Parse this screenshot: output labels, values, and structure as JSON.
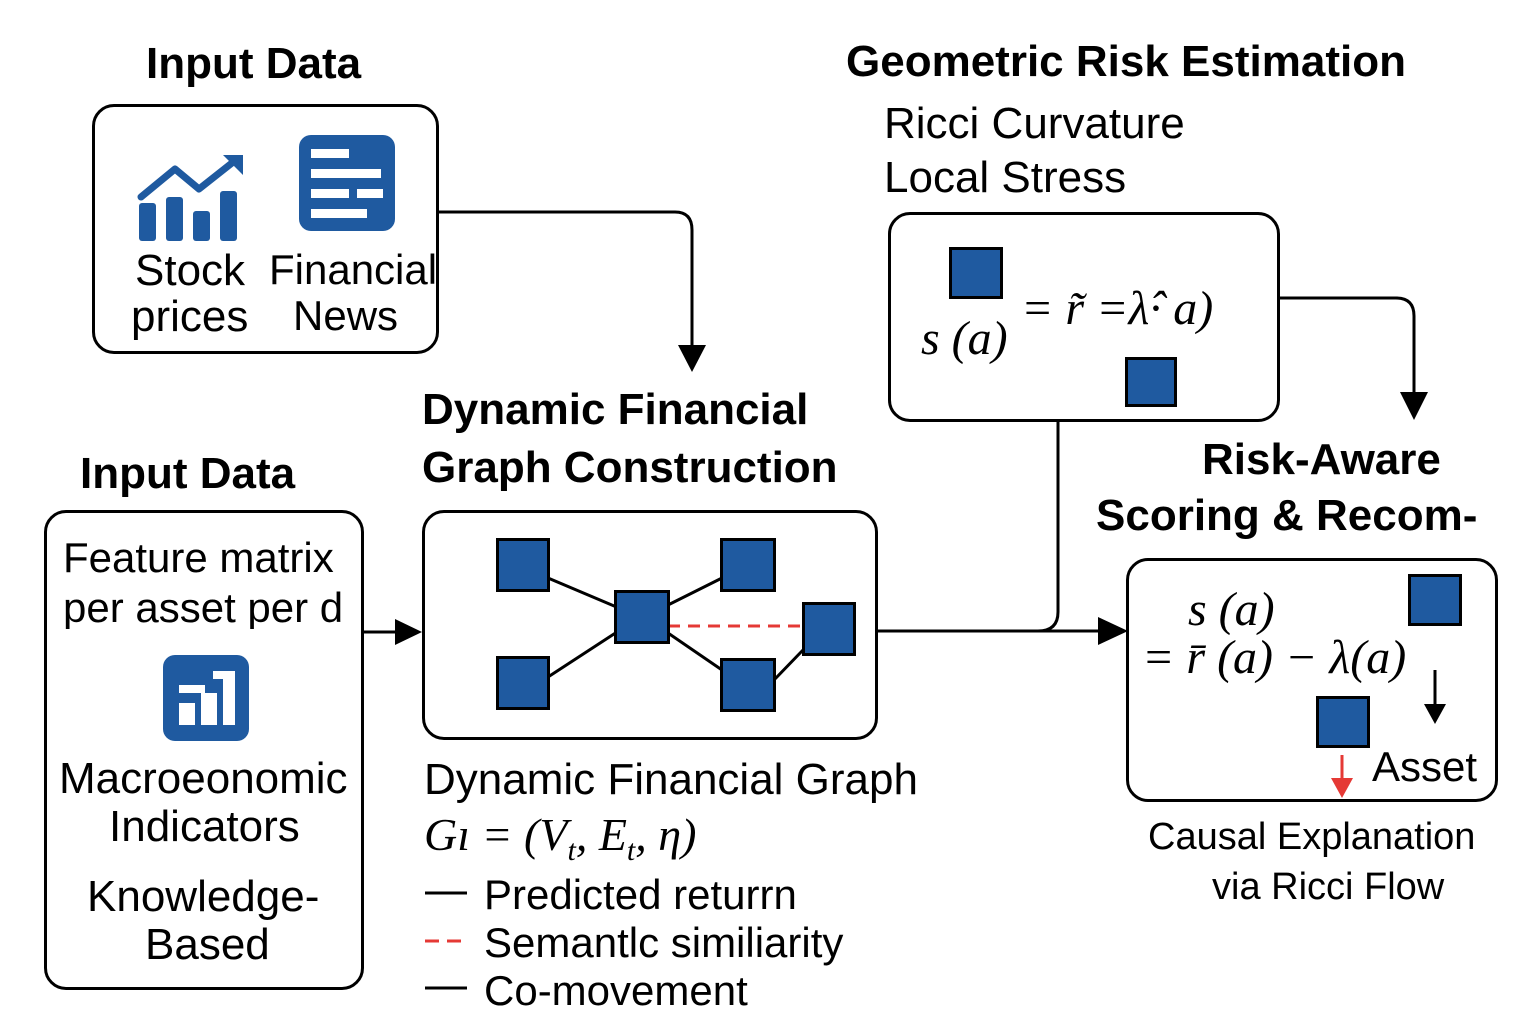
{
  "input_top": {
    "title": "Input Data",
    "stock_line1": "Stock",
    "stock_line2": "prices",
    "news_line1": "Financial",
    "news_line2": "News",
    "stock_icon": "chart-trend-icon",
    "news_icon": "newspaper-icon"
  },
  "input_bottom": {
    "title": "Input Data",
    "feature_line1": "Feature matrix",
    "feature_line2": "per asset per d",
    "macro_icon": "dashboard-icon",
    "macro_line1": "Macroeonomic",
    "macro_line2": "Indicators",
    "knowledge_line1": "Knowledge-",
    "knowledge_line2": "Based"
  },
  "graph": {
    "title_line1": "Dynamic Financial",
    "title_line2": "Graph Construction",
    "caption": "Dynamic Financial Graph",
    "formula": "Gı = (V",
    "formula_sub1": "t",
    "formula_mid": ", E",
    "formula_sub2": "t",
    "formula_end": ", η)",
    "legend": [
      {
        "label": "Predicted returrn",
        "style": "solid",
        "color": "#000000"
      },
      {
        "label": "Semantlc similiarity",
        "style": "dashed",
        "color": "#e53935"
      },
      {
        "label": "Co-movement",
        "style": "solid",
        "color": "#000000"
      }
    ]
  },
  "geometric": {
    "title": "Geometric Risk Estimation",
    "sub1": "Ricci Curvature",
    "sub2": "Local Stress",
    "formula_left": "s (a)",
    "formula_right": "= r̃ =λ̂· a)"
  },
  "scoring": {
    "title_line1": "Risk-Aware",
    "title_line2": "Scoring & Recom-",
    "formula_line1": "s (a)",
    "formula_line2": "= r̄ (a) − λ(a)",
    "asset_label": "Asset",
    "caption_line1": "Causal Explanation",
    "caption_line2": "via Ricci Flow"
  },
  "colors": {
    "node_fill": "#1f5aa0",
    "icon_blue": "#1f5aa0",
    "dashed_edge": "#e53935",
    "down_arrow_red": "#e53935"
  }
}
